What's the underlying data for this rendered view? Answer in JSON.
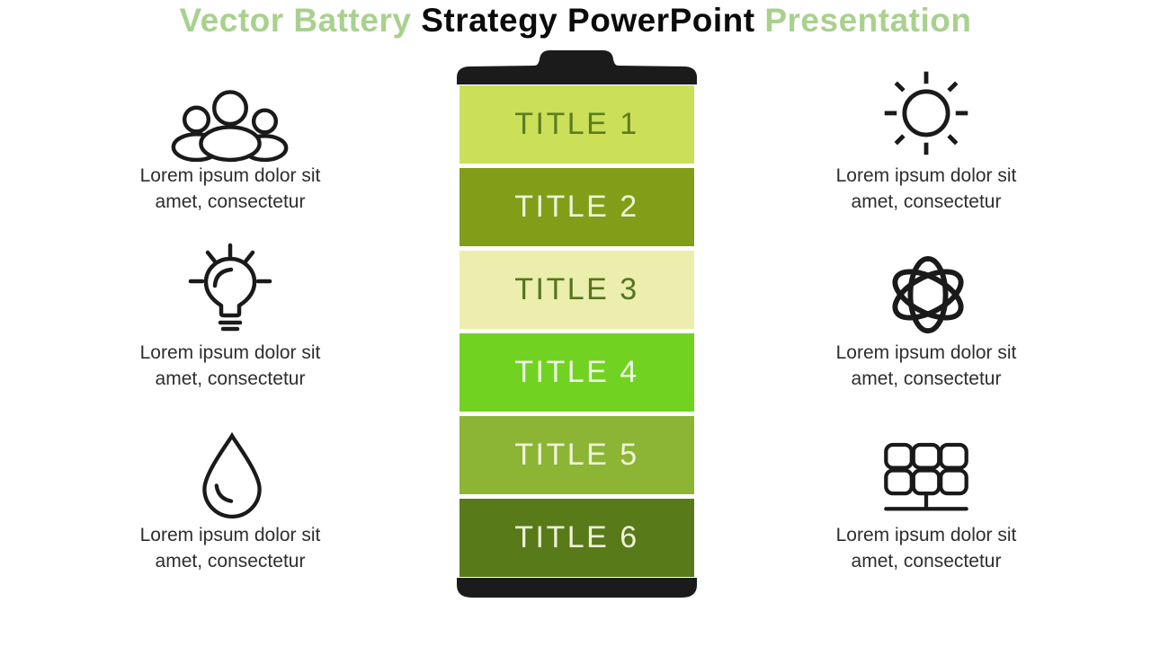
{
  "slide": {
    "title_parts": [
      {
        "text": "Vector Battery ",
        "color": "#a9d18e"
      },
      {
        "text": "Strategy PowerPoint",
        "color": "#0b0b0b"
      },
      {
        "text": " Presentation",
        "color": "#a9d18e"
      }
    ]
  },
  "battery": {
    "cap_color": "#1b1b1b",
    "segments": [
      {
        "label": "TITLE 1",
        "bg": "#cbe058",
        "fg": "#5d7c1f"
      },
      {
        "label": "TITLE 2",
        "bg": "#829e18",
        "fg": "#eef3d9"
      },
      {
        "label": "TITLE 3",
        "bg": "#ebeeac",
        "fg": "#567420"
      },
      {
        "label": "TITLE 4",
        "bg": "#72d221",
        "fg": "#edf7e3"
      },
      {
        "label": "TITLE 5",
        "bg": "#8cb435",
        "fg": "#f0f4d8"
      },
      {
        "label": "TITLE 6",
        "bg": "#587a19",
        "fg": "#eef2d9"
      }
    ]
  },
  "icon_color": "#1a1a1a",
  "left_items": [
    {
      "icon": "people-icon",
      "line1": "Lorem ipsum dolor sit",
      "line2": "amet, consectetur"
    },
    {
      "icon": "lightbulb-icon",
      "line1": "Lorem ipsum dolor sit",
      "line2": "amet, consectetur"
    },
    {
      "icon": "water-drop-icon",
      "line1": "Lorem ipsum dolor sit",
      "line2": "amet, consectetur"
    }
  ],
  "right_items": [
    {
      "icon": "sun-icon",
      "line1": "Lorem ipsum dolor sit",
      "line2": "amet, consectetur"
    },
    {
      "icon": "atom-icon",
      "line1": "Lorem ipsum dolor sit",
      "line2": "amet, consectetur"
    },
    {
      "icon": "solar-panel-icon",
      "line1": "Lorem ipsum dolor sit",
      "line2": "amet, consectetur"
    }
  ]
}
